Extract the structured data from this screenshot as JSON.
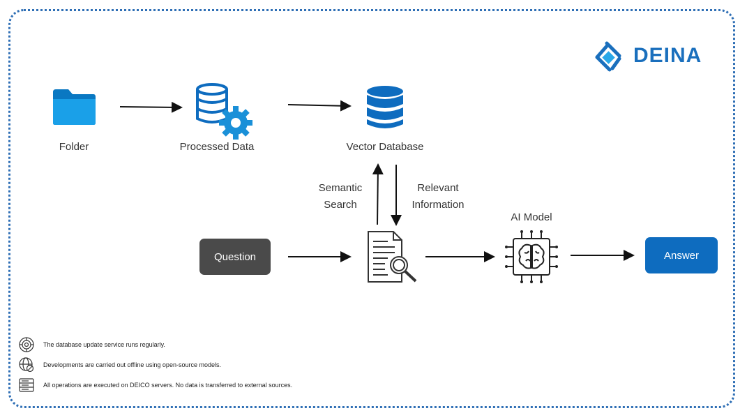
{
  "brand": {
    "name": "DEINA",
    "color": "#1a6fbd"
  },
  "nodes": {
    "folder": "Folder",
    "processed": "Processed Data",
    "vector_db": "Vector Database",
    "semantic_search": [
      "Semantic",
      "Search"
    ],
    "relevant_info": [
      "Relevant",
      "Information"
    ],
    "ai_model": "AI Model",
    "question": "Question",
    "answer": "Answer"
  },
  "icons": {
    "folder": "folder-icon",
    "processed": "database-gear-icon",
    "vector_db": "database-icon",
    "document": "document-search-icon",
    "ai": "ai-chip-brain-icon"
  },
  "colors": {
    "folder": "#0f8fd8",
    "db_blue": "#0e6cbf",
    "question_bg": "#4a4a4a",
    "answer_bg": "#0e6cbf",
    "frame": "#2f6fb5"
  },
  "notes": [
    {
      "icon": "service-cycle-icon",
      "text": "The database update service runs regularly."
    },
    {
      "icon": "globe-offline-icon",
      "text": "Developments are carried out offline using open-source models."
    },
    {
      "icon": "server-icon",
      "text": "All operations are executed on DEICO servers. No data is transferred to external sources."
    }
  ]
}
